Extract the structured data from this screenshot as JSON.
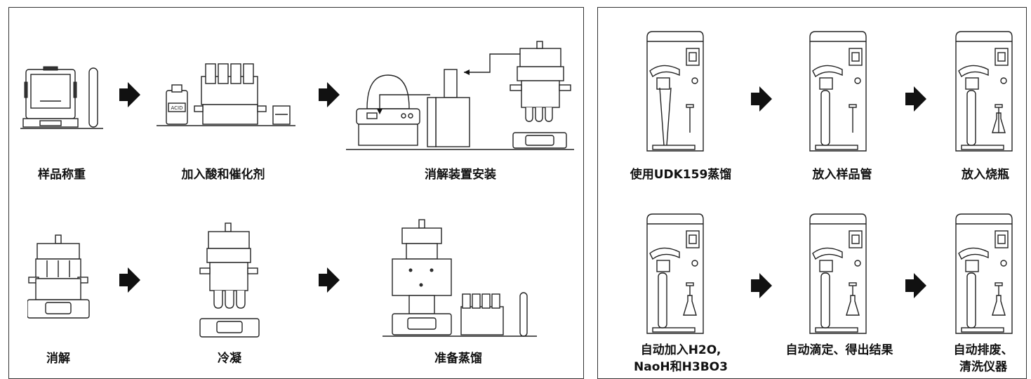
{
  "left_panel": {
    "steps": [
      {
        "label": "样品称重"
      },
      {
        "label": "加入酸和催化剂",
        "bottle_text": "ACID"
      },
      {
        "label": "消解装置安装"
      },
      {
        "label": "消解"
      },
      {
        "label": "冷凝"
      },
      {
        "label": "准备蒸馏"
      }
    ]
  },
  "right_panel": {
    "steps": [
      {
        "label": "使用UDK159蒸馏"
      },
      {
        "label": "放入样品管"
      },
      {
        "label": "放入烧瓶"
      },
      {
        "label_line1": "自动加入H2O,",
        "label_line2": "NaoH和H3BO3"
      },
      {
        "label": "自动滴定、得出结果"
      },
      {
        "label_line1": "自动排废、",
        "label_line2": "清洗仪器"
      }
    ]
  }
}
